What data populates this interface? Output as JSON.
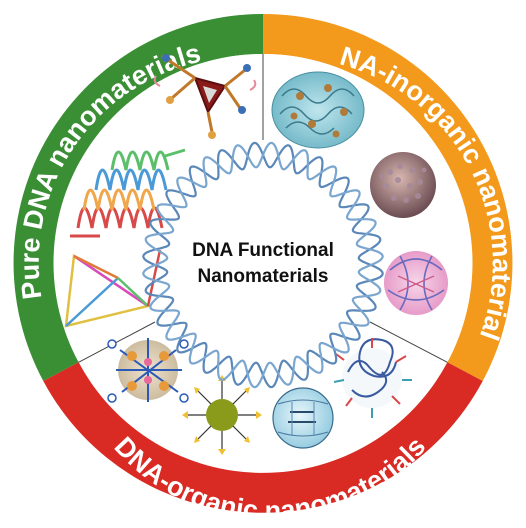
{
  "center": {
    "line1": "DNA Functional",
    "line2": "Nanomaterials"
  },
  "sections": [
    {
      "id": "pure",
      "label": "Pure DNA nanomaterials",
      "color": "#3a8f35"
    },
    {
      "id": "inorganic",
      "label": "DNA-inorganic nanomaterials",
      "color": "#f39a1c"
    },
    {
      "id": "organic",
      "label": "DNA-organic nanomaterials",
      "color": "#d92a24"
    }
  ]
}
